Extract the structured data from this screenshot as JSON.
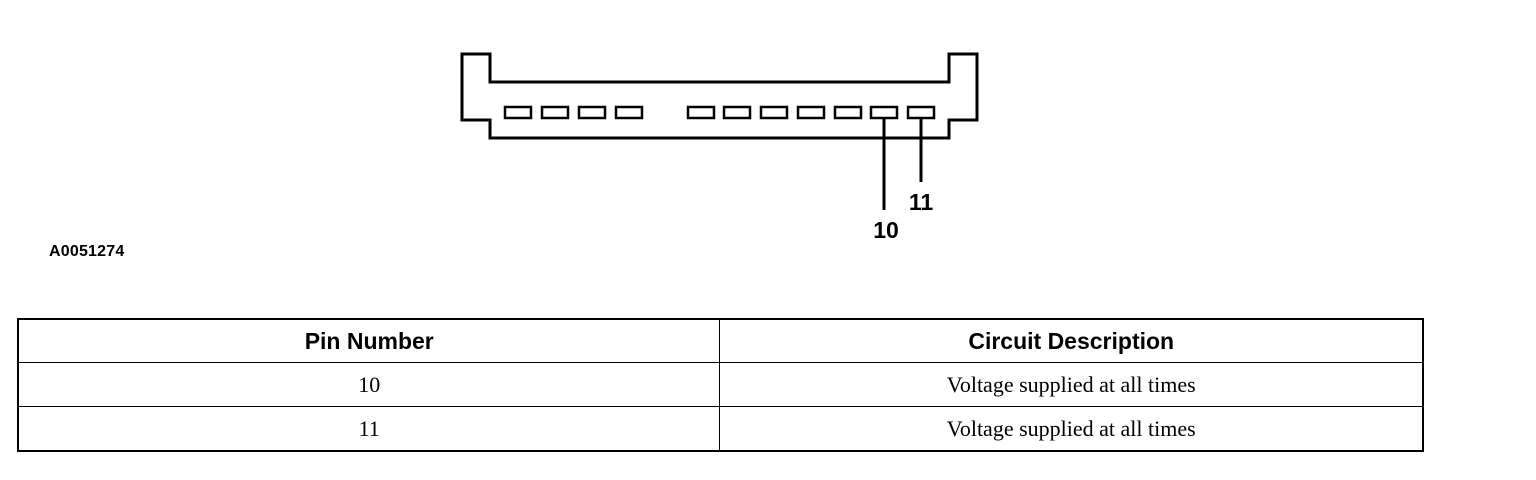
{
  "figure_id": "A0051274",
  "connector": {
    "pin_callouts": [
      "10",
      "11"
    ]
  },
  "table": {
    "headers": [
      "Pin Number",
      "Circuit Description"
    ],
    "rows": [
      [
        "10",
        "Voltage supplied at all times"
      ],
      [
        "11",
        "Voltage supplied at all times"
      ]
    ]
  }
}
